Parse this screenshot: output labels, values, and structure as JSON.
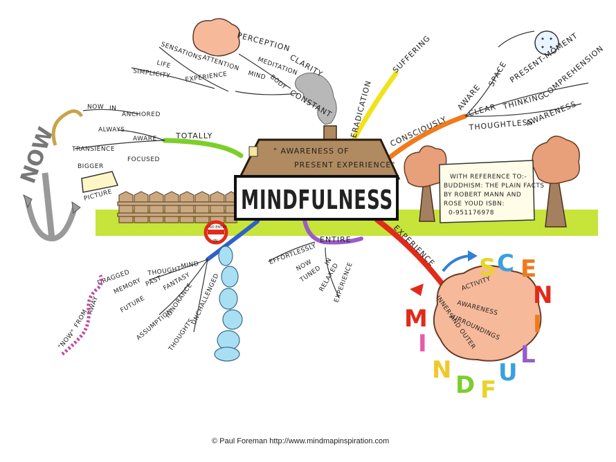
{
  "title": "MINDFULNESS",
  "roof_text": {
    "line1": "\" AWARENESS OF",
    "line2": "PRESENT EXPERIENCE\""
  },
  "reference": {
    "line1": "WITH REFERENCE TO:-",
    "line2": "BUDDHISM: THE PLAIN FACTS",
    "line3": "BY ROBERT MANN AND",
    "line4": "ROSE YOUD  ISBN:",
    "line5": "0-951176978"
  },
  "branches": {
    "constant": {
      "label": "CONSTANT",
      "words": [
        "PERCEPTION",
        "CLARITY",
        "MEDITATION",
        "SENSATIONS",
        "ATTENTION",
        "MIND",
        "BODY",
        "LIFE",
        "SIMPLICITY",
        "EXPERIENCE"
      ]
    },
    "eradication": {
      "label": "ERADICATION",
      "sub": "SUFFERING"
    },
    "consciously": {
      "label": "CONSCIOUSLY",
      "words": [
        "AWARE",
        "SPACE",
        "PRESENT-MOMENT",
        "CLEAR",
        "THINKING",
        "COMPREHENSION",
        "THOUGHTLESS",
        "AWARENESS"
      ]
    },
    "totally": {
      "label": "TOTALLY",
      "words": [
        "NOW",
        "IN",
        "ANCHORED",
        "ALWAYS",
        "AWARE",
        "TRANSIENCE",
        "BIGGER",
        "FOCUSED",
        "PICTURE"
      ],
      "anchor_text": "NOW"
    },
    "experience": {
      "label": "EXPERIENCE",
      "words": [
        "ACTIVITY",
        "AWARENESS",
        "SURROUNDINGS",
        "INNER AND OUTER"
      ],
      "circle_letters": [
        "S",
        "C",
        "E",
        "N",
        "I",
        "L",
        "U",
        "F",
        "D",
        "N",
        "I",
        "M"
      ]
    },
    "entire": {
      "label": "ENTIRE",
      "words": [
        "EFFORTLESSLY",
        "NOW",
        "TUNED",
        "IN",
        "RELAXED",
        "EXPERIENCE"
      ]
    },
    "no_entry": {
      "sign": "NO ENTRY",
      "sign2": "IN",
      "words": [
        "THOUGHT",
        "MIND",
        "DRAGGED",
        "MEMORY",
        "PAST",
        "FUTURE",
        "FANTASY",
        "ASSUMPTION",
        "IGNORANCE",
        "THOUGHTS",
        "UNCHALLENGED",
        "\"NOW\"",
        "FROM",
        "AWAY"
      ]
    }
  },
  "credit": "© Paul Foreman http://www.mindmapinspiration.com",
  "colors": {
    "grass": "#c6e43a",
    "roof": "#b08a60",
    "brain": "#f6b99a",
    "tree_crown": "#e8a07a",
    "branch_green": "#7ccf2a",
    "branch_yellow": "#f2e21c",
    "branch_orange": "#f07a1c",
    "branch_red": "#e22a1a",
    "branch_purple": "#9a5cc8",
    "branch_blue": "#3060c8",
    "chain": "#a9dff2"
  }
}
